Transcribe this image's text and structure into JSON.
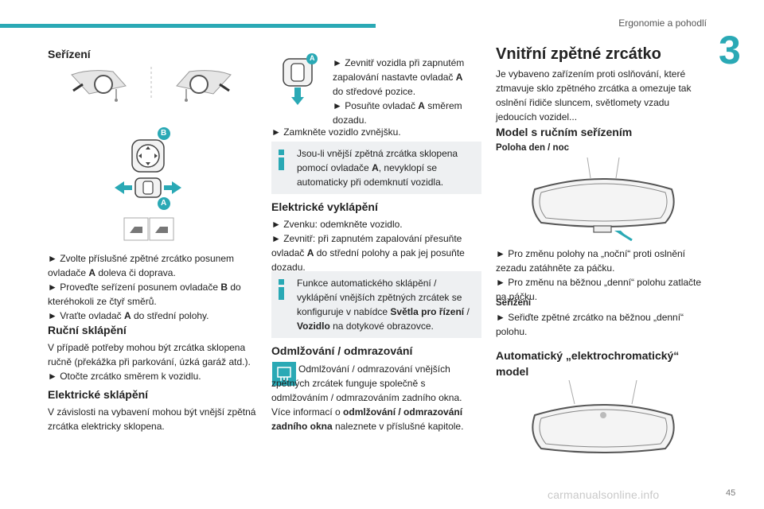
{
  "header": {
    "section": "Ergonomie a pohodlí",
    "chapter": "3",
    "page": "45"
  },
  "watermark": "carmanualsonline.info",
  "col1": {
    "title": "Seřízení",
    "labels": {
      "b": "B",
      "a": "A"
    },
    "steps": [
      "► Zvolte příslušné zpětné zrcátko posunem ovladače ",
      "A",
      " doleva či doprava.",
      "► Proveďte seřízení posunem ovladače ",
      "B",
      " do kteréhokoli ze čtyř směrů.",
      "► Vraťte ovladač ",
      "A",
      " do střední polohy."
    ],
    "manual_fold_title": "Ruční sklápění",
    "manual_fold_text": "V případě potřeby mohou být zrcátka sklopena ručně (překážka při parkování, úzká garáž atd.).",
    "manual_fold_step": "► Otočte zrcátko směrem k vozidlu.",
    "electric_fold_title": "Elektrické sklápění",
    "electric_fold_text": "V závislosti na vybavení mohou být vnější zpětná zrcátka elektricky sklopena."
  },
  "col2": {
    "label_a": "A",
    "fold_step1a": "► Zevnitř vozidla při zapnutém zapalování nastavte ovladač ",
    "fold_step1b": "A",
    "fold_step1c": " do středové pozice.",
    "fold_step2a": "► Posuňte ovladač ",
    "fold_step2b": "A",
    "fold_step2c": " směrem dozadu.",
    "lock_step": "► Zamkněte vozidlo zvnějšku.",
    "info1a": "Jsou-li vnější zpětná zrcátka sklopena pomocí ovladače ",
    "info1b": "A",
    "info1c": ", nevyklopí se automaticky při odemknutí vozidla.",
    "unfold_title": "Elektrické vyklápění",
    "unfold_step1": "► Zvenku: odemkněte vozidlo.",
    "unfold_step2a": "► Zevnitř: při zapnutém zapalování přesuňte ovladač ",
    "unfold_step2b": "A",
    "unfold_step2c": " do střední polohy a pak jej posuňte dozadu.",
    "info2a": "Funkce automatického sklápění / vyklápění vnějších zpětných zrcátek se konfiguruje v nabídce ",
    "info2b": "Světla pro řízení",
    "info2c": " / ",
    "info2d": "Vozidlo",
    "info2e": " na dotykové obrazovce.",
    "defrost_title": "Odmlžování / odmrazování",
    "defrost_a": "Odmlžování / odmrazování vnějších zpětných zrcátek funguje společně s odmlžováním / odmrazováním zadního okna. Více informací o ",
    "defrost_b": "odmlžování / odmrazování zadního okna",
    "defrost_c": " naleznete v příslušné kapitole."
  },
  "col3": {
    "title": "Vnitřní zpětné zrcátko",
    "intro": "Je vybaveno zařízením proti oslňování, které ztmavuje sklo zpětného zrcátka a omezuje tak oslnění řidiče sluncem, světlomety vzadu jedoucích vozidel...",
    "manual_title": "Model s ručním seřízením",
    "day_night": "Poloha den / noc",
    "step_night": "► Pro změnu polohy na „noční“ proti oslnění zezadu zatáhněte za páčku.",
    "step_day": "► Pro změnu na běžnou „denní“ polohu zatlačte na páčku.",
    "adjust_title": "Seřízení",
    "adjust_step": "► Seřiďte zpětné zrcátko na běžnou „denní“ polohu.",
    "auto_title": "Automatický „elektrochromatický“ model"
  },
  "colors": {
    "accent": "#2aa9b5",
    "info_bg": "#eef0f2"
  }
}
